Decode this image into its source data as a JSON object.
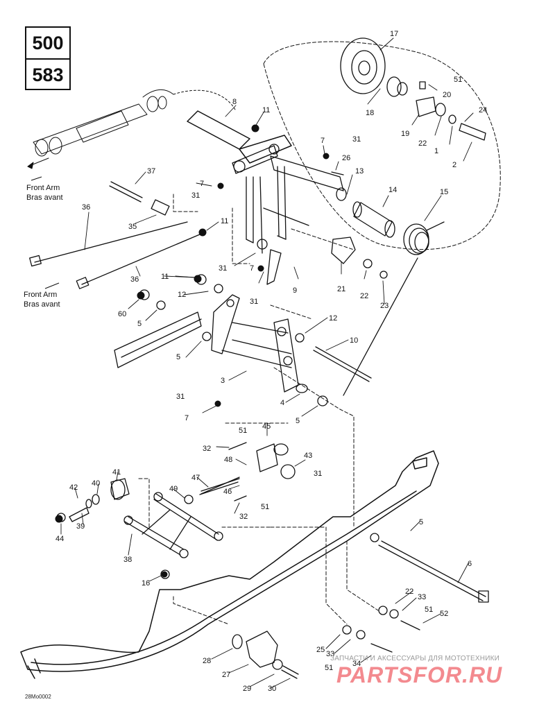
{
  "models": [
    "500",
    "583"
  ],
  "front_arm_labels": [
    {
      "line1": "Front Arm",
      "line2": "Bras avant"
    },
    {
      "line1": "Front Arm",
      "line2": "Bras avant"
    }
  ],
  "callouts": {
    "c17": "17",
    "c51a": "51",
    "c20": "20",
    "c24": "24",
    "c18": "18",
    "c19": "19",
    "c22a": "22",
    "c1": "1",
    "c2": "2",
    "c8": "8",
    "c11a": "11",
    "c31a": "31",
    "c7a": "7",
    "c26": "26",
    "c13": "13",
    "c14": "14",
    "c15": "15",
    "c37": "37",
    "c7b": "7",
    "c31b": "31",
    "c36a": "36",
    "c35": "35",
    "c11b": "11",
    "c31c": "31",
    "c7c": "7",
    "c9": "9",
    "c21": "21",
    "c22b": "22",
    "c23": "23",
    "c11c": "11",
    "c12a": "12",
    "c36b": "36",
    "c31d": "31",
    "c60": "60",
    "c5a": "5",
    "c12b": "12",
    "c10": "10",
    "c5b": "5",
    "c3": "3",
    "c4": "4",
    "c31e": "31",
    "c7d": "7",
    "c5c": "5",
    "c45": "45",
    "c51b": "51",
    "c32a": "32",
    "c48": "48",
    "c43": "43",
    "c31f": "31",
    "c41": "41",
    "c47": "47",
    "c40": "40",
    "c42": "42",
    "c49": "49",
    "c46": "46",
    "c51c": "51",
    "c32b": "32",
    "c39": "39",
    "c44": "44",
    "c38": "38",
    "c5d": "5",
    "c6": "6",
    "c16": "16",
    "c22c": "22",
    "c33a": "33",
    "c51d": "51",
    "c52": "52",
    "c25": "25",
    "c33b": "33",
    "c34": "34",
    "c51e": "51",
    "c28": "28",
    "c27": "27",
    "c29": "29",
    "c30": "30"
  },
  "drawing_code": "28Mo0002",
  "watermark": {
    "caption": "ЗАПЧАСТИ И АКСЕССУАРЫ ДЛЯ МОТОТЕХНИКИ",
    "logo": "PARTSFOR.RU"
  },
  "colors": {
    "line": "#111111",
    "watermark": "#f0646a"
  }
}
